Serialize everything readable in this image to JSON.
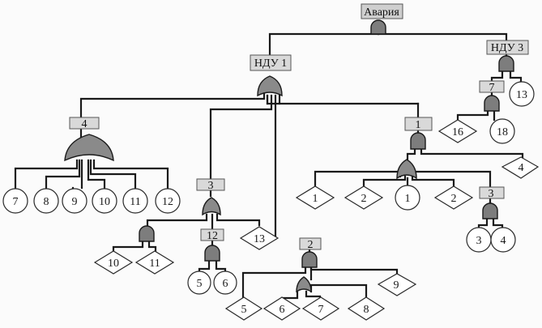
{
  "labels": {
    "root": "Авария",
    "ndu1": "НДУ 1",
    "ndu3": "НДУ 3",
    "g4": "4",
    "g3": "3",
    "g12": "12",
    "g1": "1",
    "g3b": "3",
    "g2": "2",
    "g7": "7"
  },
  "circles": {
    "c7": "7",
    "c8": "8",
    "c9": "9",
    "c10": "10",
    "c11": "11",
    "c12": "12",
    "c5": "5",
    "c6": "6",
    "c1": "1",
    "c3": "3",
    "c4": "4",
    "c18": "18",
    "c13": "13"
  },
  "diamonds": {
    "d10": "10",
    "d11": "11",
    "d13": "13",
    "d1": "1",
    "d2": "2",
    "d2b": "2",
    "d4": "4",
    "d16": "16",
    "d9": "9",
    "d5": "5",
    "d6": "6",
    "d7": "7",
    "d8": "8"
  }
}
